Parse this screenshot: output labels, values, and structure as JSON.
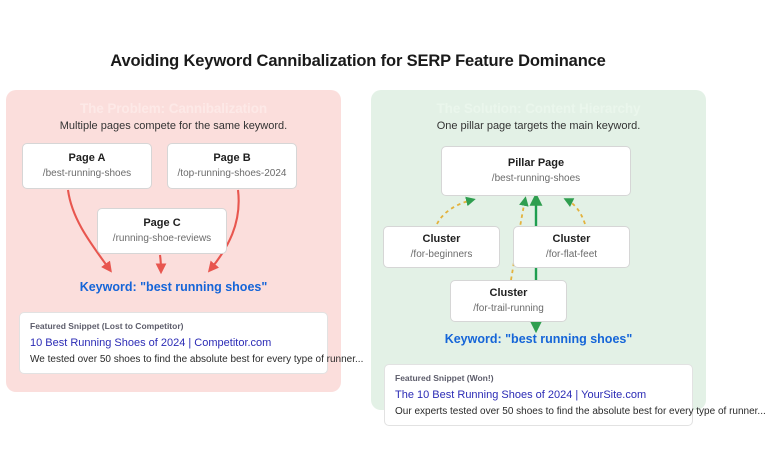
{
  "title": "Avoiding Keyword Cannibalization for SERP Feature Dominance",
  "colors": {
    "problem_panel_bg": "#fbdedc",
    "solution_panel_bg": "#e3f1e6",
    "problem_arrow": "#e8564f",
    "solution_arrow_solid": "#1f9e4f",
    "solution_arrow_dashed": "#e3b23c",
    "keyword_text": "#1565d8",
    "snippet_link": "#2b2bb5",
    "node_border": "#d6d6d6"
  },
  "problem": {
    "heading": "The Problem: Cannibalization",
    "subtitle": "Multiple pages compete for the same keyword.",
    "nodes": [
      {
        "title": "Page A",
        "url": "/best-running-shoes"
      },
      {
        "title": "Page B",
        "url": "/top-running-shoes-2024"
      },
      {
        "title": "Page C",
        "url": "/running-shoe-reviews"
      }
    ],
    "keyword": "Keyword: \"best running shoes\"",
    "snippet": {
      "label": "Featured Snippet (Lost to Competitor)",
      "link": "10 Best Running Shoes of 2024 | Competitor.com",
      "description": "We tested over 50 shoes to find the absolute best for every type of runner..."
    }
  },
  "solution": {
    "heading": "The Solution: Content Hierarchy",
    "subtitle": "One pillar page targets the main keyword.",
    "pillar": {
      "title": "Pillar Page",
      "url": "/best-running-shoes"
    },
    "clusters": [
      {
        "title": "Cluster",
        "url": "/for-beginners"
      },
      {
        "title": "Cluster",
        "url": "/for-flat-feet"
      },
      {
        "title": "Cluster",
        "url": "/for-trail-running"
      }
    ],
    "keyword": "Keyword: \"best running shoes\"",
    "snippet": {
      "label": "Featured Snippet (Won!)",
      "link": "The 10 Best Running Shoes of 2024 | YourSite.com",
      "description": "Our experts tested over 50 shoes to find the absolute best for every type of runner..."
    }
  }
}
